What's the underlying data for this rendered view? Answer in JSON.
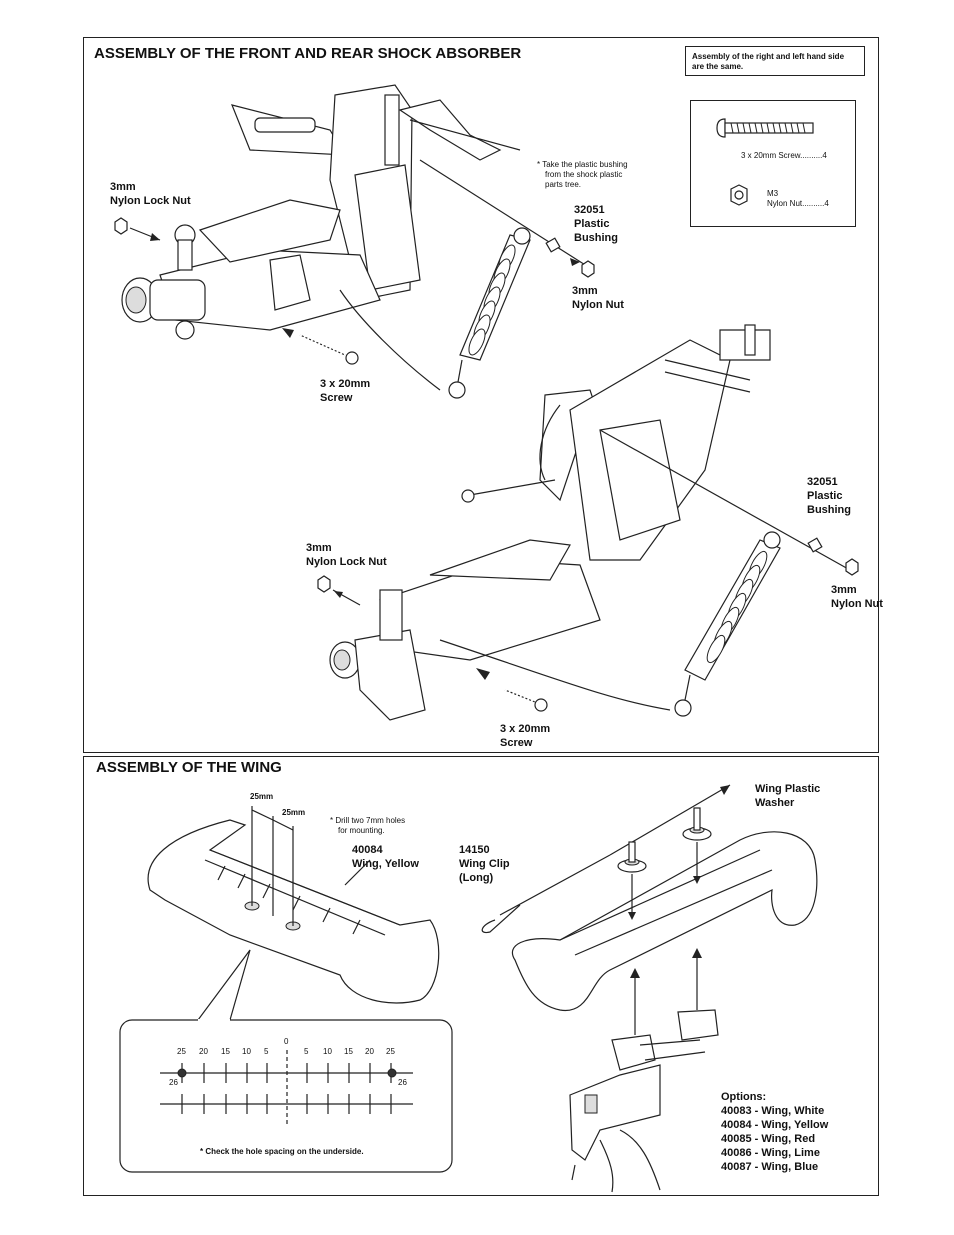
{
  "shock_section": {
    "title": "ASSEMBLY OF THE FRONT AND REAR SHOCK ABSORBER",
    "note_box": [
      "Assembly of the right and left hand side",
      "are the same."
    ],
    "hardware": {
      "screw": "3 x 20mm Screw..........4",
      "nut_line1": "M3",
      "nut_line2": "Nylon Nut..........4"
    },
    "bushing_note": [
      "* Take the plastic bushing",
      "from the shock plastic",
      "parts tree."
    ],
    "front_labels": {
      "lock_nut": [
        "3mm",
        "Nylon Lock Nut"
      ],
      "bushing": [
        "32051",
        "Plastic",
        "Bushing"
      ],
      "nylon_nut": [
        "3mm",
        "Nylon Nut"
      ],
      "screw": [
        "3 x 20mm",
        "Screw"
      ]
    },
    "rear_labels": {
      "bushing": [
        "32051",
        "Plastic",
        "Bushing"
      ],
      "lock_nut": [
        "3mm",
        "Nylon Lock Nut"
      ],
      "nylon_nut": [
        "3mm",
        "Nylon Nut"
      ],
      "screw": [
        "3 x 20mm",
        "Screw"
      ]
    }
  },
  "wing_section": {
    "title": "ASSEMBLY OF THE WING",
    "dim_a": "25mm",
    "dim_b": "25mm",
    "drill_note": [
      "* Drill two 7mm holes",
      "for mounting."
    ],
    "wing_label": [
      "40084",
      "Wing, Yellow"
    ],
    "clip_label": [
      "14150",
      "Wing Clip",
      "(Long)"
    ],
    "washer_label": [
      "Wing Plastic",
      "Washer"
    ],
    "scale_left": [
      "25",
      "20",
      "15",
      "10",
      "5"
    ],
    "scale_zero": "0",
    "scale_right": [
      "5",
      "10",
      "15",
      "20",
      "25"
    ],
    "scale_end_left": "26",
    "scale_end_right": "26",
    "underside_note": "* Check the hole spacing on the underside.",
    "options": {
      "heading": "Options:",
      "items": [
        "40083 -  Wing, White",
        "40084 - Wing, Yellow",
        "40085 - Wing, Red",
        "40086 - Wing, Lime",
        "40087 - Wing, Blue"
      ]
    }
  }
}
